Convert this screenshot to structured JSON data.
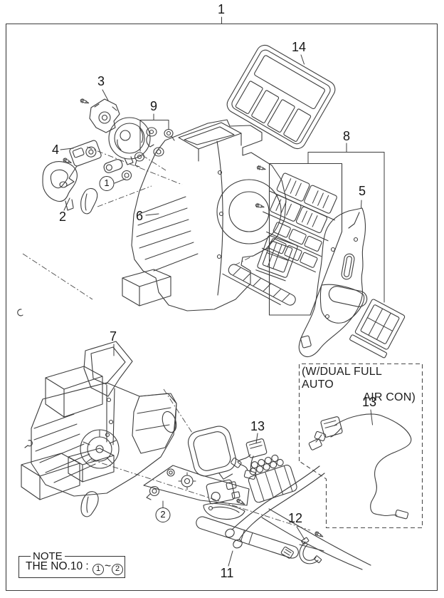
{
  "diagram": {
    "type": "exploded-parts-diagram",
    "background": "#ffffff",
    "line_color": "#3d3d3d",
    "text_color": "#161616"
  },
  "callouts": {
    "main": "1",
    "c2": "2",
    "c3": "3",
    "c4": "4",
    "c5": "5",
    "c6": "6",
    "c7": "7",
    "c8": "8",
    "c9": "9",
    "c11": "11",
    "c12": "12",
    "c13_left": "13",
    "c14": "14",
    "circled_1": "1",
    "circled_2": "2"
  },
  "dual_auto_box": {
    "line1": "(W/DUAL FULL AUTO",
    "line2": "AIR CON)",
    "part_label": "13"
  },
  "note": {
    "title": "NOTE",
    "prefix": "THE NO.10 :",
    "from": "1",
    "separator": "~",
    "to": "2"
  }
}
